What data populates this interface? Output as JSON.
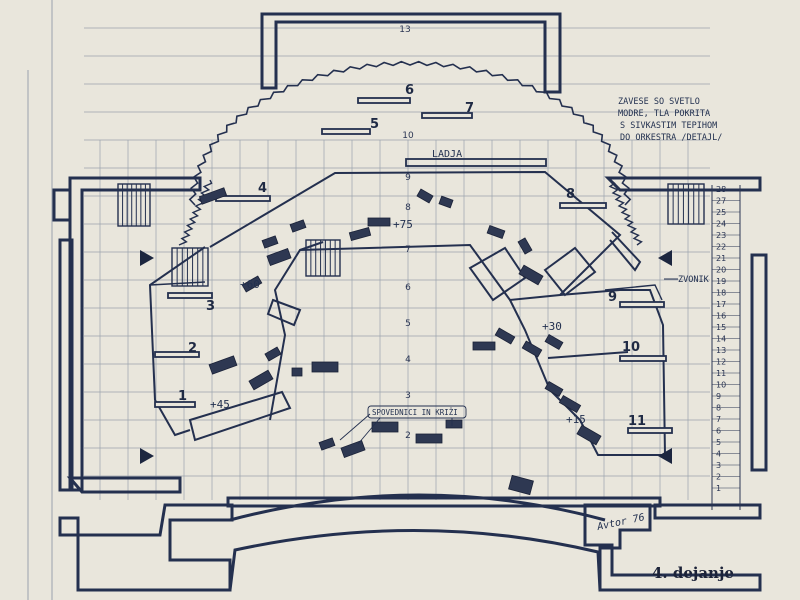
{
  "drawing": {
    "title": "4. dejanje",
    "note_lines": [
      "ZAVESE SO SVETLO",
      "MODRE, TLA POKRITA",
      "S SIVKASTIM TEPIHOM",
      "DO ORKESTRA /DETAJL/"
    ],
    "ladja_label": "LADJA",
    "zvonik_label": "ZVONIK",
    "spovednici_label": "SPOVEDNICI IN KRIŽI",
    "signature": "Avtor 76",
    "grid_top_number": "13",
    "grid_center_numbers": [
      "10",
      "9",
      "8",
      "7",
      "6",
      "5",
      "4",
      "3",
      "2"
    ],
    "elevation_marks": [
      "+75",
      "+60",
      "+45",
      "+30",
      "+15"
    ],
    "batten_labels": [
      "1",
      "2",
      "3",
      "4",
      "5",
      "6",
      "7",
      "8",
      "9",
      "10",
      "11"
    ],
    "right_margin_numbers": [
      "28",
      "27",
      "25",
      "24",
      "23",
      "22",
      "21",
      "20",
      "19",
      "18",
      "17",
      "16",
      "15",
      "14",
      "13",
      "12",
      "11",
      "10",
      "9",
      "8",
      "7",
      "6",
      "5",
      "4",
      "3",
      "2",
      "1"
    ],
    "colors": {
      "paper": "#e9e6dc",
      "ink": "#24304f",
      "grid": "#9aa2ae"
    }
  }
}
